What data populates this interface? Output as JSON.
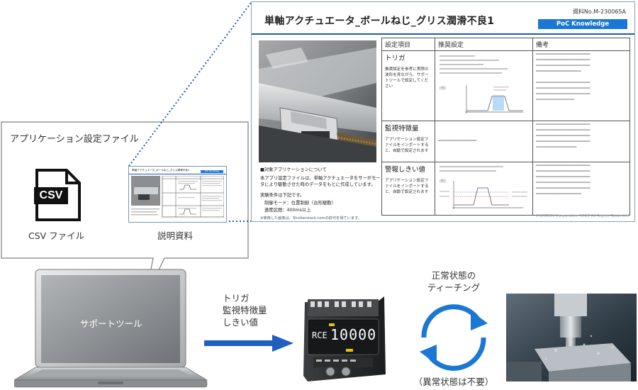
{
  "app_panel": {
    "title": "アプリケーション設定ファイル",
    "csv_icon_text": "CSV",
    "csv_label": "CSV ファイル",
    "doc_label": "説明資料"
  },
  "thumbnail": {
    "title": "単軸アクチュエータ_ボールねじ_グリス潤滑不良1",
    "badge": "PoC Knowledge"
  },
  "document": {
    "doc_no": "資料No.M-230065A",
    "title": "単軸アクチュエータ_ボールねじ_グリス潤滑不良1",
    "badge": "PoC Knowledge",
    "note_lines": [
      "■対象アプリケーションについて",
      "本アプリ設定ファイルは、単軸アクチュエータをサーボモータにより駆動させた時のデータをもとに作成しています。",
      "実験条件は下記です。",
      "制御モード：位置制御（台形駆動）",
      "速度区間：400ms以上"
    ],
    "source": "※使用した画像は、Shutterstock.comの許可を得ています。",
    "footer": "©OMRON Corporation 2022 All Rights Reserved",
    "table": {
      "headers": [
        "設定項目",
        "推奨設定",
        "備考"
      ],
      "rows": [
        {
          "name": "トリガ",
          "desc": "推奨設定を参考に実際の波形を見ながら、サポートツールで設定してください"
        },
        {
          "name": "監視特徴量",
          "desc": "アプリケーション設定ファイルをインポートすると、自動で設定されます"
        },
        {
          "name": "警報しきい値",
          "desc": "アプリケーション設定ファイルをインポートすると、自動で設定されます"
        }
      ]
    }
  },
  "laptop": {
    "label": "サポートツール"
  },
  "arrow_label": [
    "トリガ",
    "監視特徴量",
    "しきい値"
  ],
  "device": {
    "display_mode": "RCE",
    "display_value": "10000"
  },
  "cycle": {
    "top_label": [
      "正常状態の",
      "ティーチング"
    ],
    "bottom_label": "（異常状態は不要）"
  }
}
